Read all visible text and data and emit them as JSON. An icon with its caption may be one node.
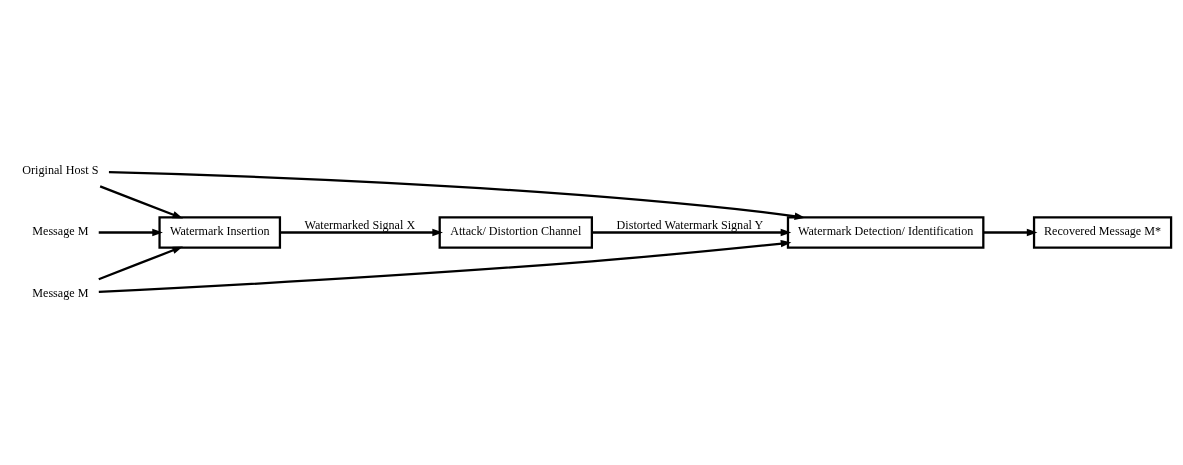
{
  "diagram": {
    "nodes": [
      {
        "text": [
          "Message M"
        ]
      },
      {
        "text": [
          "Watermark Insertion"
        ]
      },
      {
        "text": [
          "Attack/ Distortion Channel"
        ]
      },
      {
        "text": [
          "Watermark Detection/ Identification"
        ]
      },
      {
        "text": [
          "Recovered Message M*"
        ]
      },
      {
        "text": [
          "Original Host S"
        ]
      },
      {
        "text": [
          "Message M"
        ]
      }
    ],
    "edges": [
      {
        "from": 0,
        "to": 1,
        "arrow": "to"
      },
      {
        "from": 1,
        "to": 2,
        "arrow": "to",
        "label": "Watermarked Signal X"
      },
      {
        "from": 2,
        "to": 3,
        "arrow": "to",
        "label": "Distorted Watermark Signal Y"
      },
      {
        "from": 3,
        "to": 4,
        "arrow": "to"
      },
      {
        "from": 5,
        "to": 1,
        "arrow": "to"
      },
      {
        "from": 5,
        "to": 3,
        "arrow": "to"
      },
      {
        "from": 6,
        "to": 1,
        "arrow": "to"
      },
      {
        "from": 6,
        "to": 3,
        "arrow": "to"
      }
    ]
  }
}
